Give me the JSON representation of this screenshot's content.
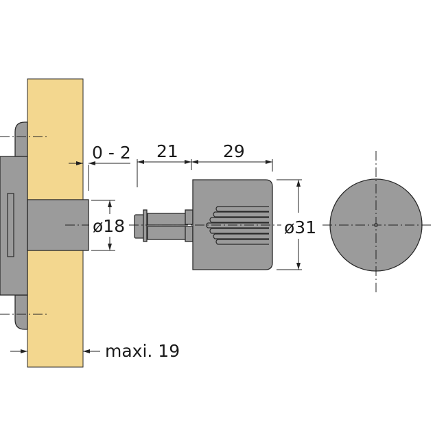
{
  "colors": {
    "board": "#f3d78f",
    "part": "#9b9b9b",
    "outline": "#2a2a2a"
  },
  "dimensions": {
    "gap": "0 - 2",
    "pin_length": "21",
    "knob_length": "29",
    "sleeve_diameter": "ø18",
    "knob_diameter": "ø31",
    "max_thickness": "maxi. 19"
  }
}
